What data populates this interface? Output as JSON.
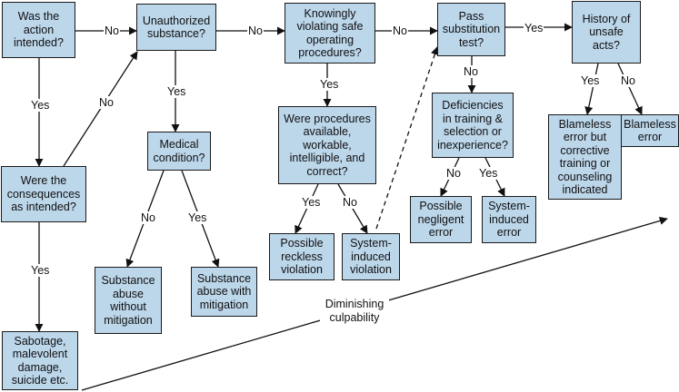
{
  "boxes": {
    "action_intended": "Was the\naction\nintended?",
    "consequences_intended": "Were the\nconsequences\nas intended?",
    "sabotage": "Sabotage,\nmalevolent\ndamage,\nsuicide etc.",
    "unauthorized_substance": "Unauthorized\nsubstance?",
    "medical_condition": "Medical\ncondition?",
    "substance_abuse_without": "Substance\nabuse\nwithout\nmitigation",
    "substance_abuse_with": "Substance\nabuse with\nmitigation",
    "knowingly_violating": "Knowingly\nviolating safe\noperating\nprocedures?",
    "procedures_available": "Were procedures\navailable,\nworkable,\nintelligible, and\ncorrect?",
    "possible_reckless": "Possible\nreckless\nviolation",
    "system_induced_violation": "System-\ninduced\nviolation",
    "pass_substitution": "Pass\nsubstitution\ntest?",
    "deficiencies": "Deficiencies\nin training &\nselection or\ninexperience?",
    "possible_negligent": "Possible\nnegligent\nerror",
    "system_induced_error": "System-\ninduced\nerror",
    "history_unsafe": "History of\nunsafe\nacts?",
    "blameless_corrective": "Blameless\nerror but\ncorrective\ntraining or\ncounseling\nindicated",
    "blameless_error": "Blameless\nerror"
  },
  "labels": {
    "yes": "Yes",
    "no": "No"
  },
  "annotation": "Diminishing\nculpability"
}
